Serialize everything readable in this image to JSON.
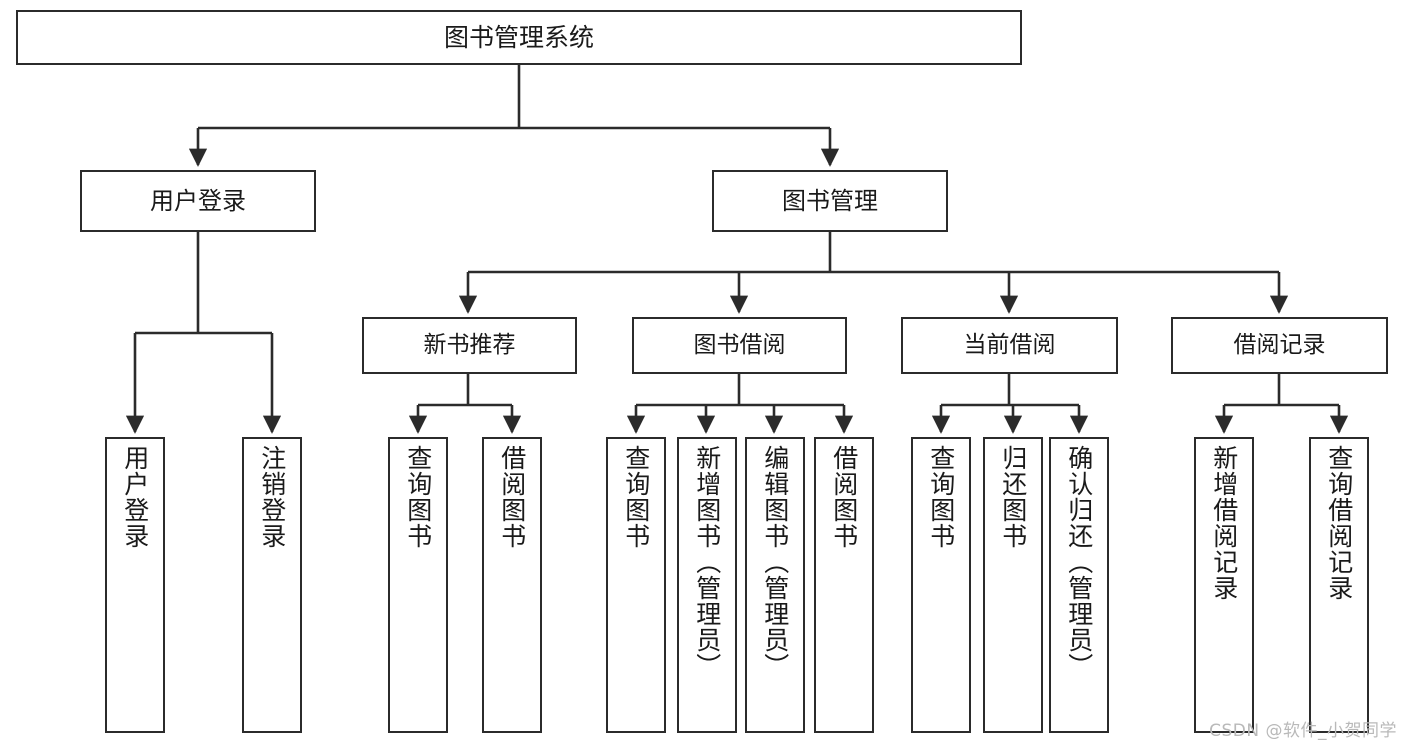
{
  "diagram": {
    "title": "图书管理系统",
    "watermark": "CSDN @软件_小贺同学",
    "colors": {
      "stroke": "#2b2b2b",
      "fill": "#ffffff",
      "text": "#1a1a1a",
      "watermark": "#b9b9b9"
    },
    "nodes": {
      "root": {
        "label": "图书管理系统"
      },
      "level2": [
        {
          "id": "user-login",
          "label": "用户登录"
        },
        {
          "id": "book-manage",
          "label": "图书管理"
        }
      ],
      "level3": [
        {
          "id": "new-book-recommend",
          "label": "新书推荐"
        },
        {
          "id": "book-borrow",
          "label": "图书借阅"
        },
        {
          "id": "current-borrow",
          "label": "当前借阅"
        },
        {
          "id": "borrow-record",
          "label": "借阅记录"
        }
      ],
      "leaves": [
        {
          "id": "leaf-user-login",
          "parent": "user-login",
          "label": "用户登录"
        },
        {
          "id": "leaf-logout-login",
          "parent": "user-login",
          "label": "注销登录"
        },
        {
          "id": "leaf-query-book-1",
          "parent": "new-book-recommend",
          "label": "查询图书"
        },
        {
          "id": "leaf-borrow-book-1",
          "parent": "new-book-recommend",
          "label": "借阅图书"
        },
        {
          "id": "leaf-query-book-2",
          "parent": "book-borrow",
          "label": "查询图书"
        },
        {
          "id": "leaf-add-book",
          "parent": "book-borrow",
          "label": "新增图书（管理员）"
        },
        {
          "id": "leaf-edit-book",
          "parent": "book-borrow",
          "label": "编辑图书（管理员）"
        },
        {
          "id": "leaf-borrow-book-2",
          "parent": "book-borrow",
          "label": "借阅图书"
        },
        {
          "id": "leaf-query-book-3",
          "parent": "current-borrow",
          "label": "查询图书"
        },
        {
          "id": "leaf-return-book",
          "parent": "current-borrow",
          "label": "归还图书"
        },
        {
          "id": "leaf-confirm-return",
          "parent": "current-borrow",
          "label": "确认归还（管理员）"
        },
        {
          "id": "leaf-add-record",
          "parent": "borrow-record",
          "label": "新增借阅记录"
        },
        {
          "id": "leaf-query-record",
          "parent": "borrow-record",
          "label": "查询借阅记录"
        }
      ]
    }
  }
}
